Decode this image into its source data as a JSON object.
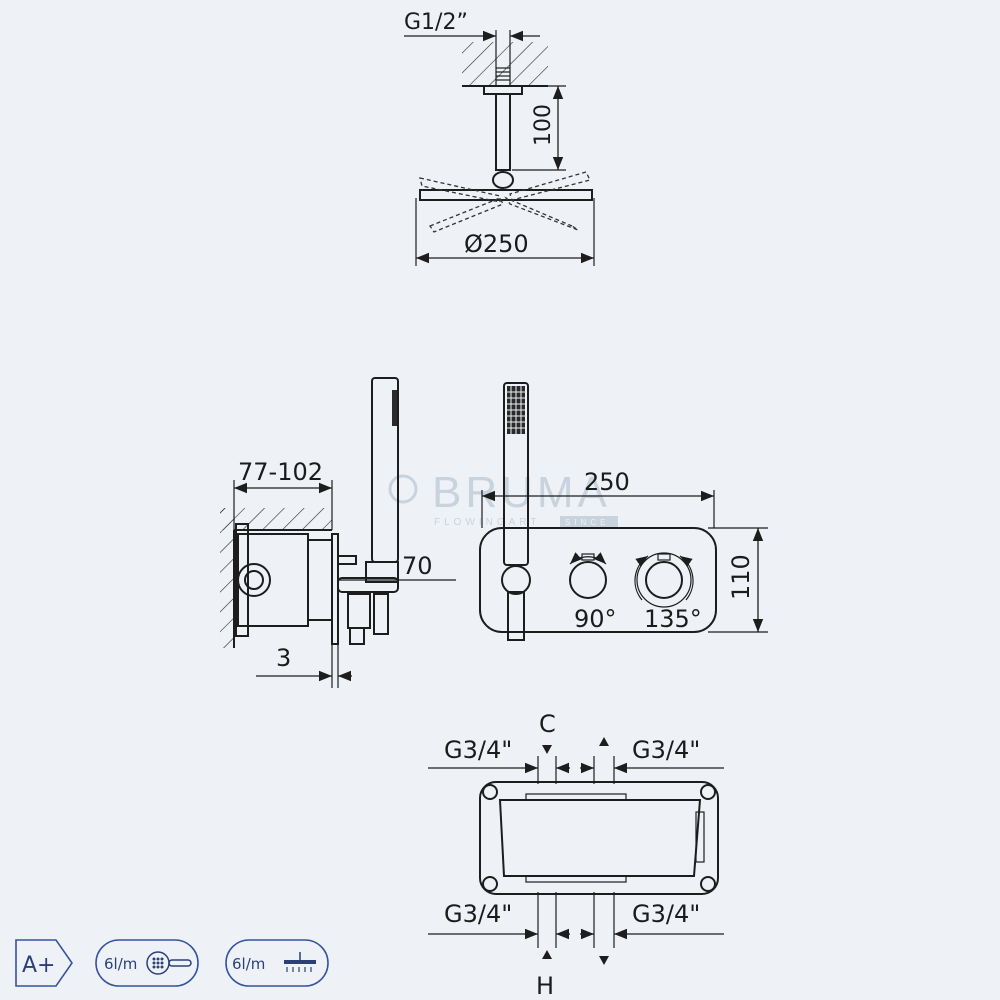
{
  "brand": {
    "logo": "BRUMA",
    "tagline": "FLOWINGART",
    "tagline_box": "SINCE"
  },
  "head_view": {
    "thread_label": "G1/2”",
    "arm_length_label": "100",
    "diameter_label": "Ø250"
  },
  "side_view": {
    "depth_label": "77-102",
    "projection_label": "70",
    "offset_label": "3"
  },
  "front_view": {
    "width_label": "250",
    "height_label": "110",
    "angle_left_label": "90°",
    "angle_right_label": "135°"
  },
  "connection_view": {
    "cold_label": "C",
    "hot_label": "H",
    "top_left_thread": "G3/4\"",
    "top_right_thread": "G3/4\"",
    "bottom_left_thread": "G3/4\"",
    "bottom_right_thread": "G3/4\""
  },
  "badges": [
    {
      "text": "A+",
      "icon": "energy-class-arrow"
    },
    {
      "text": "6l/m",
      "icon": "hand-shower-icon"
    },
    {
      "text": "6l/m",
      "icon": "overhead-shower-icon"
    }
  ]
}
